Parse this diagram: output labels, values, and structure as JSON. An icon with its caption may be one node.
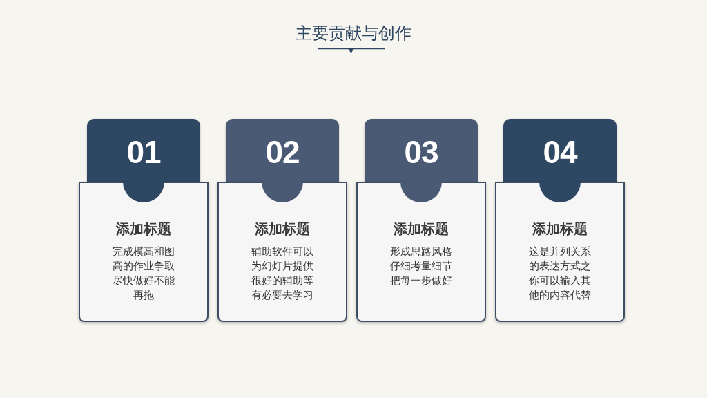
{
  "diagram": {
    "title": "主要贡献与创作",
    "nodes": [
      {
        "text": [
          "01"
        ]
      },
      {
        "text": [
          "添加标题",
          "完成模高和图高的作业争取尽快做好不能再拖"
        ]
      },
      {
        "text": [
          "02"
        ]
      },
      {
        "text": [
          "添加标题",
          "辅助软件可以为幻灯片提供很好的辅助等有必要去学习"
        ]
      },
      {
        "text": [
          "03"
        ]
      },
      {
        "text": [
          "添加标题",
          "形成思路风格仔细考量细节把每一步做好"
        ]
      },
      {
        "text": [
          "04"
        ]
      },
      {
        "text": [
          "添加标题",
          "这是并列关系的表达方式之你可以输入其他的内容代替"
        ]
      }
    ]
  }
}
